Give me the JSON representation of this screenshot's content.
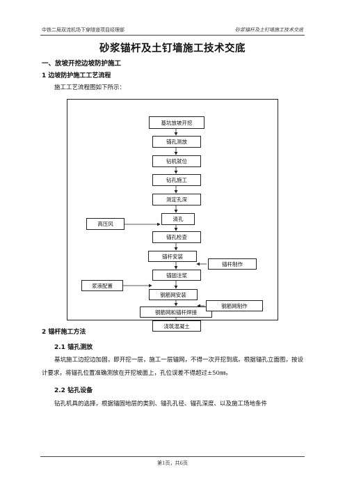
{
  "header": {
    "left": "中铁二局双流机场下穿隧道项目经理部",
    "right": "砂浆锚杆及土钉墙施工技术交底"
  },
  "title": "砂浆锚杆及土钉墙施工技术交底",
  "section1": {
    "heading": "一、放坡开挖边坡防护施工",
    "sub1": "1 边坡防护施工工艺流程",
    "intro": "施工工艺流程图如下所示："
  },
  "flowchart": {
    "nodes": {
      "n1": "基坑放坡开挖",
      "n2": "锚孔测放",
      "n3": "钻机就位",
      "n4": "钻孔施工",
      "n5": "测定孔深",
      "n6": "清孔",
      "n7": "锚孔检查",
      "n8": "锚杆安装",
      "n9": "锚固注浆",
      "n10": "钢筋网安装",
      "n11": "钢筋网和锚杆焊接",
      "n12": "浇筑混凝土",
      "side_air": "高压风",
      "side_anchor": "锚杆制作",
      "side_grout": "浆液配置",
      "side_mesh": "钢筋网制作"
    }
  },
  "section2": {
    "heading": "2 锚杆施工方法",
    "sub21": "2.1 锚孔测放",
    "p1": "基坑施工边挖边加固，即开挖一层，施工一层锚网，不得一次开挖到底。根据锚孔立面图，按设计要求，将锚孔位置准确测放在开挖坡面上，孔位误差不得超过±50㎜。",
    "sub22": "2.2 钻孔设备",
    "p2": "钻孔机具的选择，根据锚固地层的类别、锚孔孔径、锚孔深度、以及施工场地条件"
  },
  "footer": "第1页，共6页"
}
